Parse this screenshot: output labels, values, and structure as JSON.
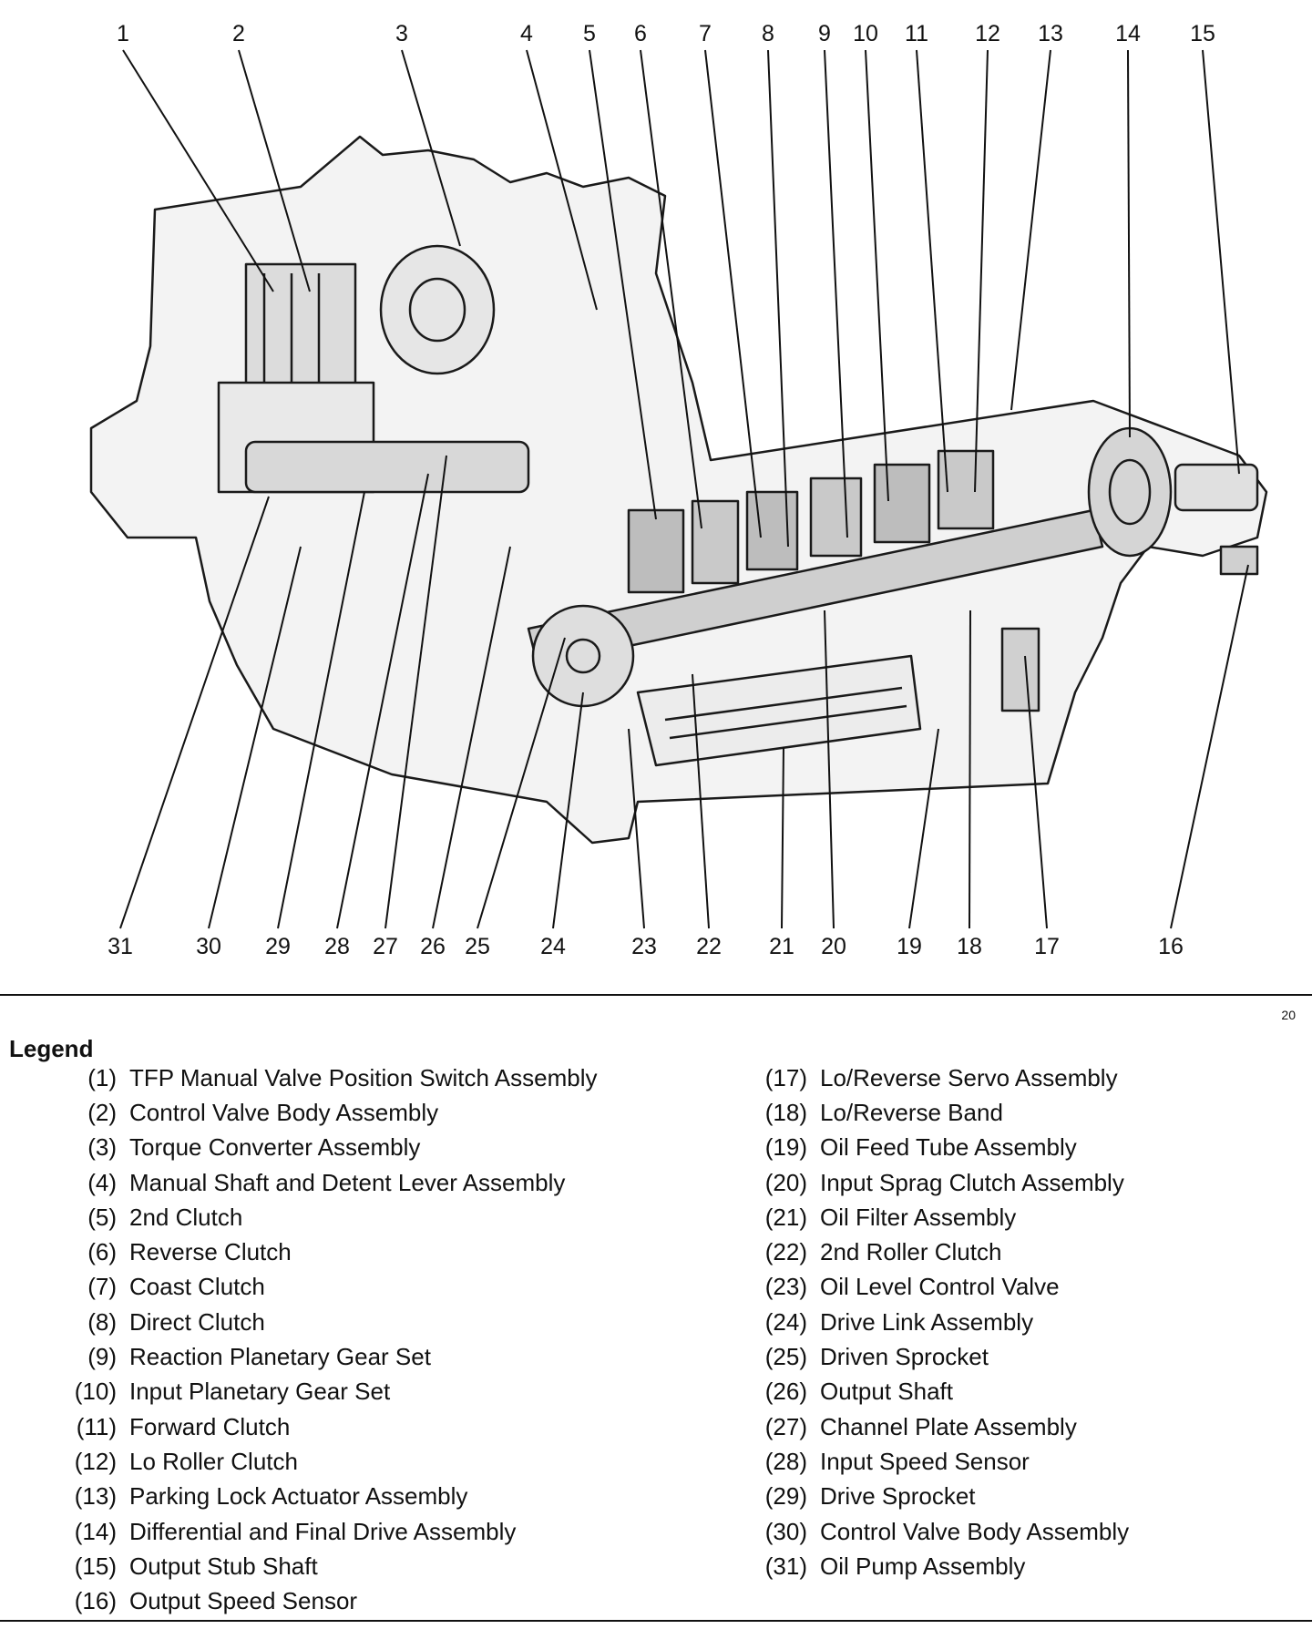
{
  "figure": {
    "top_callouts": [
      "1",
      "2",
      "3",
      "4",
      "5",
      "6",
      "7",
      "8",
      "9",
      "10",
      "11",
      "12",
      "13",
      "14",
      "15"
    ],
    "bottom_callouts": [
      "31",
      "30",
      "29",
      "28",
      "27",
      "26",
      "25",
      "24",
      "23",
      "22",
      "21",
      "20",
      "19",
      "18",
      "17",
      "16"
    ],
    "figure_number": "20"
  },
  "legend": {
    "title": "Legend",
    "left": [
      {
        "num": "(1)",
        "label": "TFP Manual Valve Position Switch Assembly"
      },
      {
        "num": "(2)",
        "label": "Control Valve Body Assembly"
      },
      {
        "num": "(3)",
        "label": "Torque Converter Assembly"
      },
      {
        "num": "(4)",
        "label": "Manual Shaft and Detent Lever Assembly"
      },
      {
        "num": "(5)",
        "label": "2nd Clutch"
      },
      {
        "num": "(6)",
        "label": "Reverse Clutch"
      },
      {
        "num": "(7)",
        "label": "Coast Clutch"
      },
      {
        "num": "(8)",
        "label": "Direct Clutch"
      },
      {
        "num": "(9)",
        "label": "Reaction Planetary Gear Set"
      },
      {
        "num": "(10)",
        "label": "Input Planetary Gear Set"
      },
      {
        "num": "(11)",
        "label": "Forward Clutch"
      },
      {
        "num": "(12)",
        "label": "Lo Roller Clutch"
      },
      {
        "num": "(13)",
        "label": "Parking Lock Actuator Assembly"
      },
      {
        "num": "(14)",
        "label": "Differential and Final Drive Assembly"
      },
      {
        "num": "(15)",
        "label": "Output Stub Shaft"
      },
      {
        "num": "(16)",
        "label": "Output Speed Sensor"
      }
    ],
    "right": [
      {
        "num": "(17)",
        "label": "Lo/Reverse Servo Assembly"
      },
      {
        "num": "(18)",
        "label": "Lo/Reverse Band"
      },
      {
        "num": "(19)",
        "label": "Oil Feed Tube Assembly"
      },
      {
        "num": "(20)",
        "label": "Input Sprag Clutch Assembly"
      },
      {
        "num": "(21)",
        "label": "Oil Filter Assembly"
      },
      {
        "num": "(22)",
        "label": "2nd Roller Clutch"
      },
      {
        "num": "(23)",
        "label": "Oil Level Control Valve"
      },
      {
        "num": "(24)",
        "label": "Drive Link Assembly"
      },
      {
        "num": "(25)",
        "label": "Driven Sprocket"
      },
      {
        "num": "(26)",
        "label": "Output Shaft"
      },
      {
        "num": "(27)",
        "label": "Channel Plate Assembly"
      },
      {
        "num": "(28)",
        "label": "Input Speed Sensor"
      },
      {
        "num": "(29)",
        "label": "Drive Sprocket"
      },
      {
        "num": "(30)",
        "label": "Control Valve Body Assembly"
      },
      {
        "num": "(31)",
        "label": "Oil Pump Assembly"
      }
    ]
  }
}
